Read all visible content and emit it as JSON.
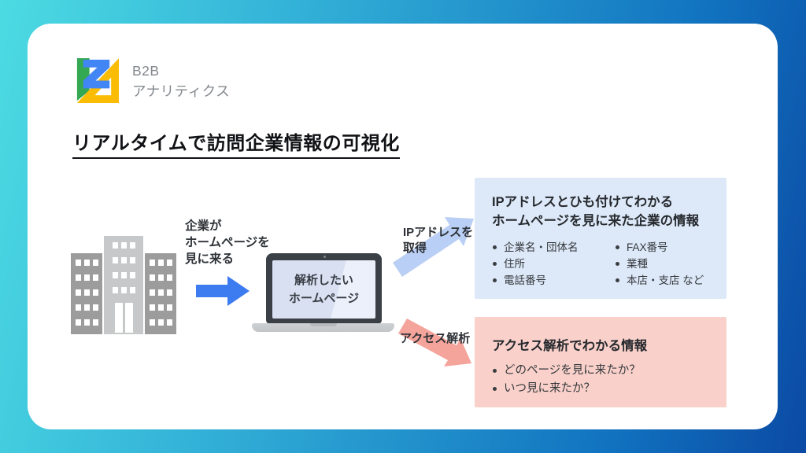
{
  "logo": {
    "name_line1": "B2B",
    "name_line2": "アナリティクス",
    "colors": {
      "blue": "#4285f4",
      "green": "#34a853",
      "yellow": "#fbbc05"
    }
  },
  "title": "リアルタイムで訪問企業情報の可視化",
  "flow": {
    "visitor_label": "企業が\nホームページを\n見に来る",
    "laptop_screen_label": "解析したい\nホームページ",
    "ip_arrow_label": "IPアドレスを\n取得",
    "access_arrow_label": "アクセス解析",
    "colors": {
      "visit_arrow": "#3d7bf0",
      "ip_arrow": "#bacff5",
      "access_arrow": "#f4a49b"
    }
  },
  "ip_box": {
    "bg": "#dde9f8",
    "heading": "IPアドレスとひも付けてわかる\nホームページを見に来た企業の情報",
    "items_left": [
      "企業名・団体名",
      "住所",
      "電話番号"
    ],
    "items_right": [
      "FAX番号",
      "業種",
      "本店・支店 など"
    ]
  },
  "access_box": {
    "bg": "#f9d1ca",
    "heading": "アクセス解析でわかる情報",
    "items": [
      "どのページを見に来たか？",
      "いつ見に来たか？"
    ]
  }
}
